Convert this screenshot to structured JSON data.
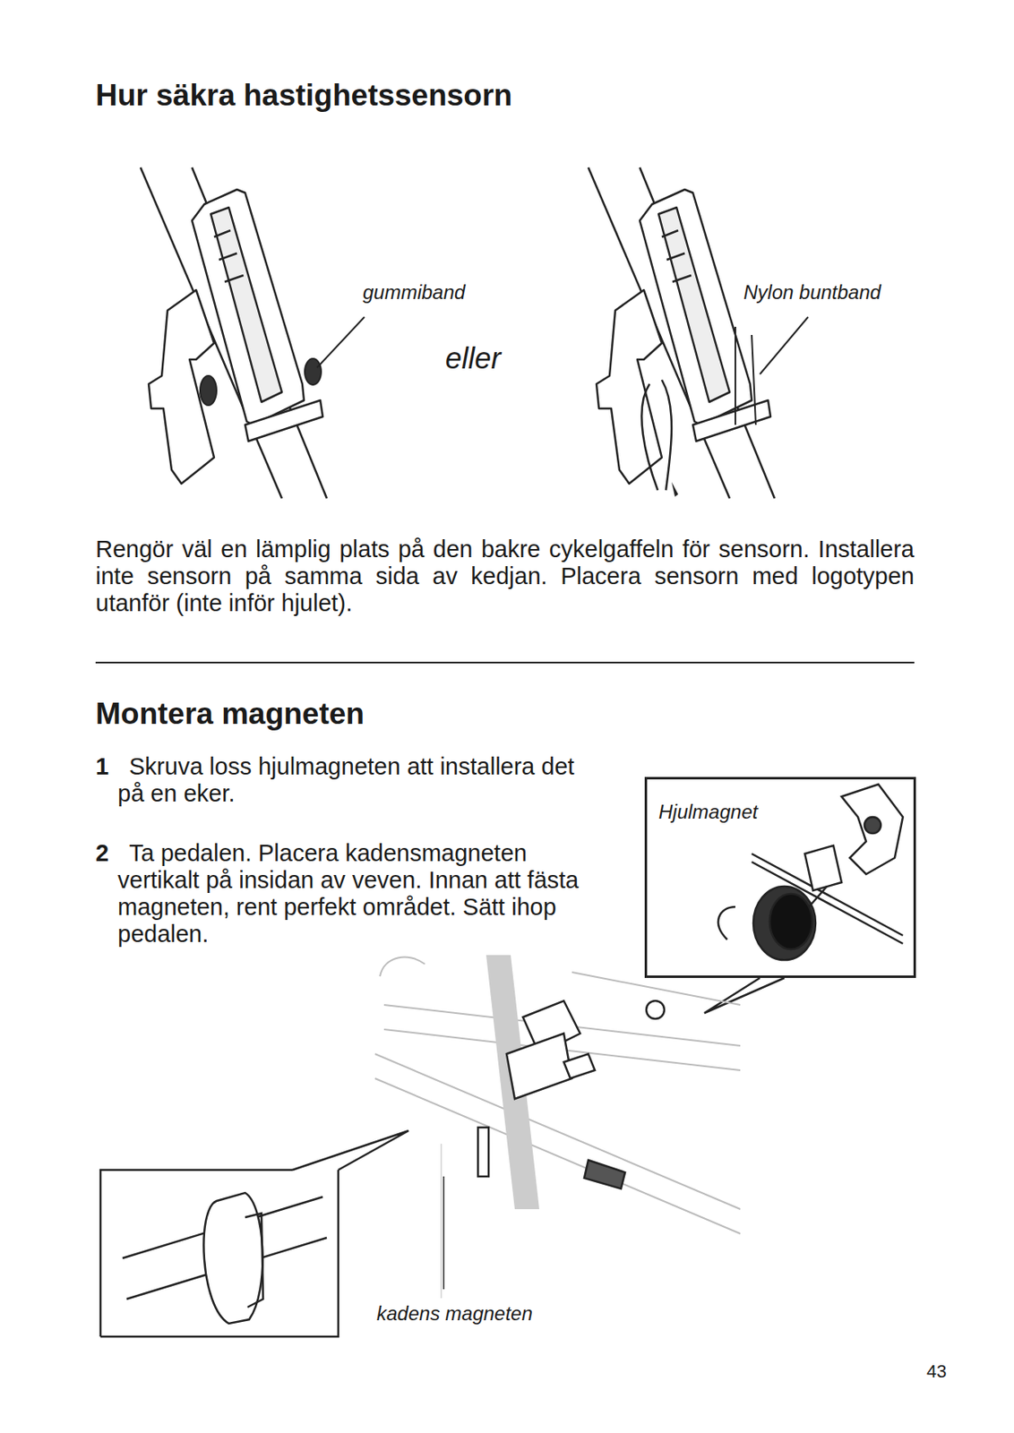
{
  "diagram": {
    "title": "Hur säkra hastighetssensorn",
    "nodes": [
      {
        "text": [
          "Hjulmagnet"
        ]
      }
    ],
    "labels": [
      "gummiband",
      "eller",
      "Nylon buntband",
      "Rengör väl en lämplig plats på den bakre cykelgaffeln för sensorn. Installera inte sensorn på samma sida av kedjan. Placera sensorn med logotypen utanför (inte inför hjulet).",
      "Montera magneten",
      "1",
      "Skruva loss hjulmagneten att installera det på en eker.",
      "2",
      "Ta pedalen. Placera kadensmagneten vertikalt på insidan av veven. Innan att fästa magneten, rent perfekt området. Sätt ihop pedalen.",
      "kadens magneten",
      "43"
    ]
  }
}
